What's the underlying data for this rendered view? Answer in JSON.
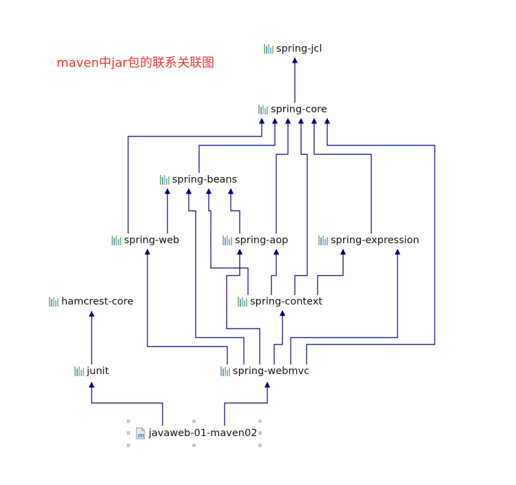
{
  "diagram_title": "maven中jar包的联系关联图",
  "colors": {
    "edge": "#00007f",
    "title": "#ee3333",
    "icon_bars": [
      "#8fb87a",
      "#5a9fd6",
      "#b7b7b7",
      "#6cc0e5",
      "#9bc36b"
    ]
  },
  "nodes": {
    "spring_jcl": "spring-jcl",
    "spring_core": "spring-core",
    "spring_beans": "spring-beans",
    "spring_web": "spring-web",
    "spring_aop": "spring-aop",
    "spring_expression": "spring-expression",
    "hamcrest_core": "hamcrest-core",
    "spring_context": "spring-context",
    "junit": "junit",
    "spring_webmvc": "spring-webmvc",
    "root_project": "javaweb-01-maven02"
  },
  "icons": {
    "library": "jar-library-icon",
    "project": "maven-project-icon"
  }
}
